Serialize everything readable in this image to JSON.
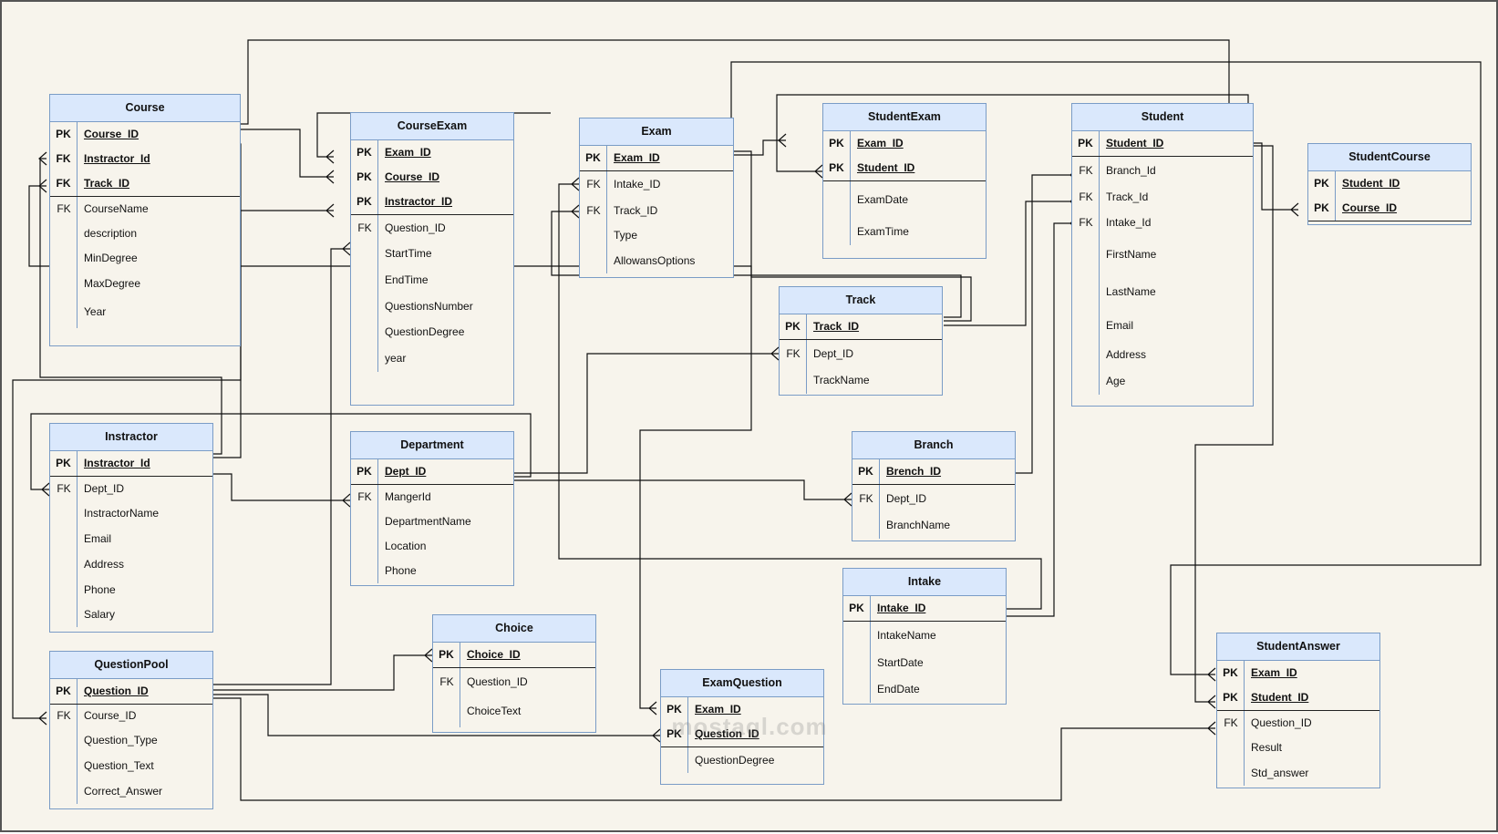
{
  "tables": [
    {
      "id": "course",
      "title": "Course",
      "keys": [
        [
          "PK",
          "Course_ID"
        ],
        [
          "FK",
          "Instractor_Id"
        ],
        [
          "FK",
          "Track_ID"
        ]
      ],
      "fields": [
        "CourseName",
        "description",
        "MinDegree",
        "MaxDegree",
        "Year"
      ]
    },
    {
      "id": "course-exam",
      "title": "CourseExam",
      "keys": [
        [
          "PK",
          "Exam_ID"
        ],
        [
          "PK",
          "Course_ID"
        ],
        [
          "PK",
          "Instractor_ID"
        ]
      ],
      "fields": [
        "Question_ID",
        "StartTime",
        "EndTime",
        "QuestionsNumber",
        "QuestionDegree",
        "year"
      ]
    },
    {
      "id": "exam",
      "title": "Exam",
      "keys": [
        [
          "PK",
          "Exam_ID"
        ]
      ],
      "fields": [
        "Intake_ID",
        "Track_ID",
        "Type",
        "AllowansOptions"
      ]
    },
    {
      "id": "student-exam",
      "title": "StudentExam",
      "keys": [
        [
          "PK",
          "Exam_ID"
        ],
        [
          "PK",
          "Student_ID"
        ]
      ],
      "fields": [
        "ExamDate",
        "ExamTime"
      ]
    },
    {
      "id": "student",
      "title": "Student",
      "keys": [
        [
          "PK",
          "Student_ID"
        ]
      ],
      "fields": [
        "Branch_Id",
        "Track_Id",
        "Intake_Id",
        "FirstName",
        "LastName",
        "Email",
        "Address",
        "Age"
      ]
    },
    {
      "id": "student-course",
      "title": "StudentCourse",
      "keys": [
        [
          "PK",
          "Student_ID"
        ],
        [
          "PK",
          "Course_ID"
        ]
      ],
      "fields": []
    },
    {
      "id": "track",
      "title": "Track",
      "keys": [
        [
          "PK",
          "Track_ID"
        ]
      ],
      "fields": [
        "Dept_ID",
        "TrackName"
      ]
    },
    {
      "id": "instractor",
      "title": "Instractor",
      "keys": [
        [
          "PK",
          "Instractor_Id"
        ]
      ],
      "fields": [
        "Dept_ID",
        "InstractorName",
        "Email",
        "Address",
        "Phone",
        "Salary"
      ]
    },
    {
      "id": "department",
      "title": "Department",
      "keys": [
        [
          "PK",
          "Dept_ID"
        ]
      ],
      "fields": [
        "MangerId",
        "DepartmentName",
        "Location",
        "Phone"
      ]
    },
    {
      "id": "branch",
      "title": "Branch",
      "keys": [
        [
          "PK",
          "Brench_ID"
        ]
      ],
      "fields": [
        "Dept_ID",
        "BranchName"
      ]
    },
    {
      "id": "intake",
      "title": "Intake",
      "keys": [
        [
          "PK",
          "Intake_ID"
        ]
      ],
      "fields": [
        "IntakeName",
        "StartDate",
        "EndDate"
      ]
    },
    {
      "id": "choice",
      "title": "Choice",
      "keys": [
        [
          "PK",
          "Choice_ID"
        ]
      ],
      "fields": [
        "Question_ID",
        "ChoiceText"
      ]
    },
    {
      "id": "question-pool",
      "title": "QuestionPool",
      "keys": [
        [
          "PK",
          "Question_ID"
        ]
      ],
      "fields": [
        "Course_ID",
        "Question_Type",
        "Question_Text",
        "Correct_Answer"
      ]
    },
    {
      "id": "exam-question",
      "title": "ExamQuestion",
      "keys": [
        [
          "PK",
          "Exam_ID"
        ],
        [
          "PK",
          "Question_ID"
        ]
      ],
      "fields": [
        "QuestionDegree"
      ]
    },
    {
      "id": "student-answer",
      "title": "StudentAnswer",
      "keys": [
        [
          "PK",
          "Exam_ID"
        ],
        [
          "PK",
          "Student_ID"
        ]
      ],
      "fields": [
        "Question_ID",
        "Result",
        "Std_answer"
      ]
    }
  ],
  "fk_tags": {
    "course": [
      false,
      false,
      true,
      true,
      false,
      false,
      false,
      false
    ],
    "course-exam": [
      false,
      false,
      false,
      true,
      false,
      false,
      false,
      false,
      false
    ],
    "exam": [
      false,
      true,
      true,
      false,
      false
    ],
    "student": [
      false,
      true,
      true,
      true,
      false,
      false,
      false,
      false,
      false
    ],
    "track": [
      false,
      true,
      false
    ],
    "instractor": [
      false,
      true,
      false,
      false,
      false,
      false,
      false
    ],
    "department": [
      false,
      true,
      false,
      false,
      false
    ],
    "branch": [
      false,
      true,
      false
    ],
    "choice": [
      false,
      true,
      false
    ],
    "question-pool": [
      false,
      true,
      false,
      false,
      false
    ],
    "student-answer": [
      false,
      false,
      true,
      false,
      false
    ]
  },
  "fk_label": "FK",
  "watermark": "mostaql.com"
}
